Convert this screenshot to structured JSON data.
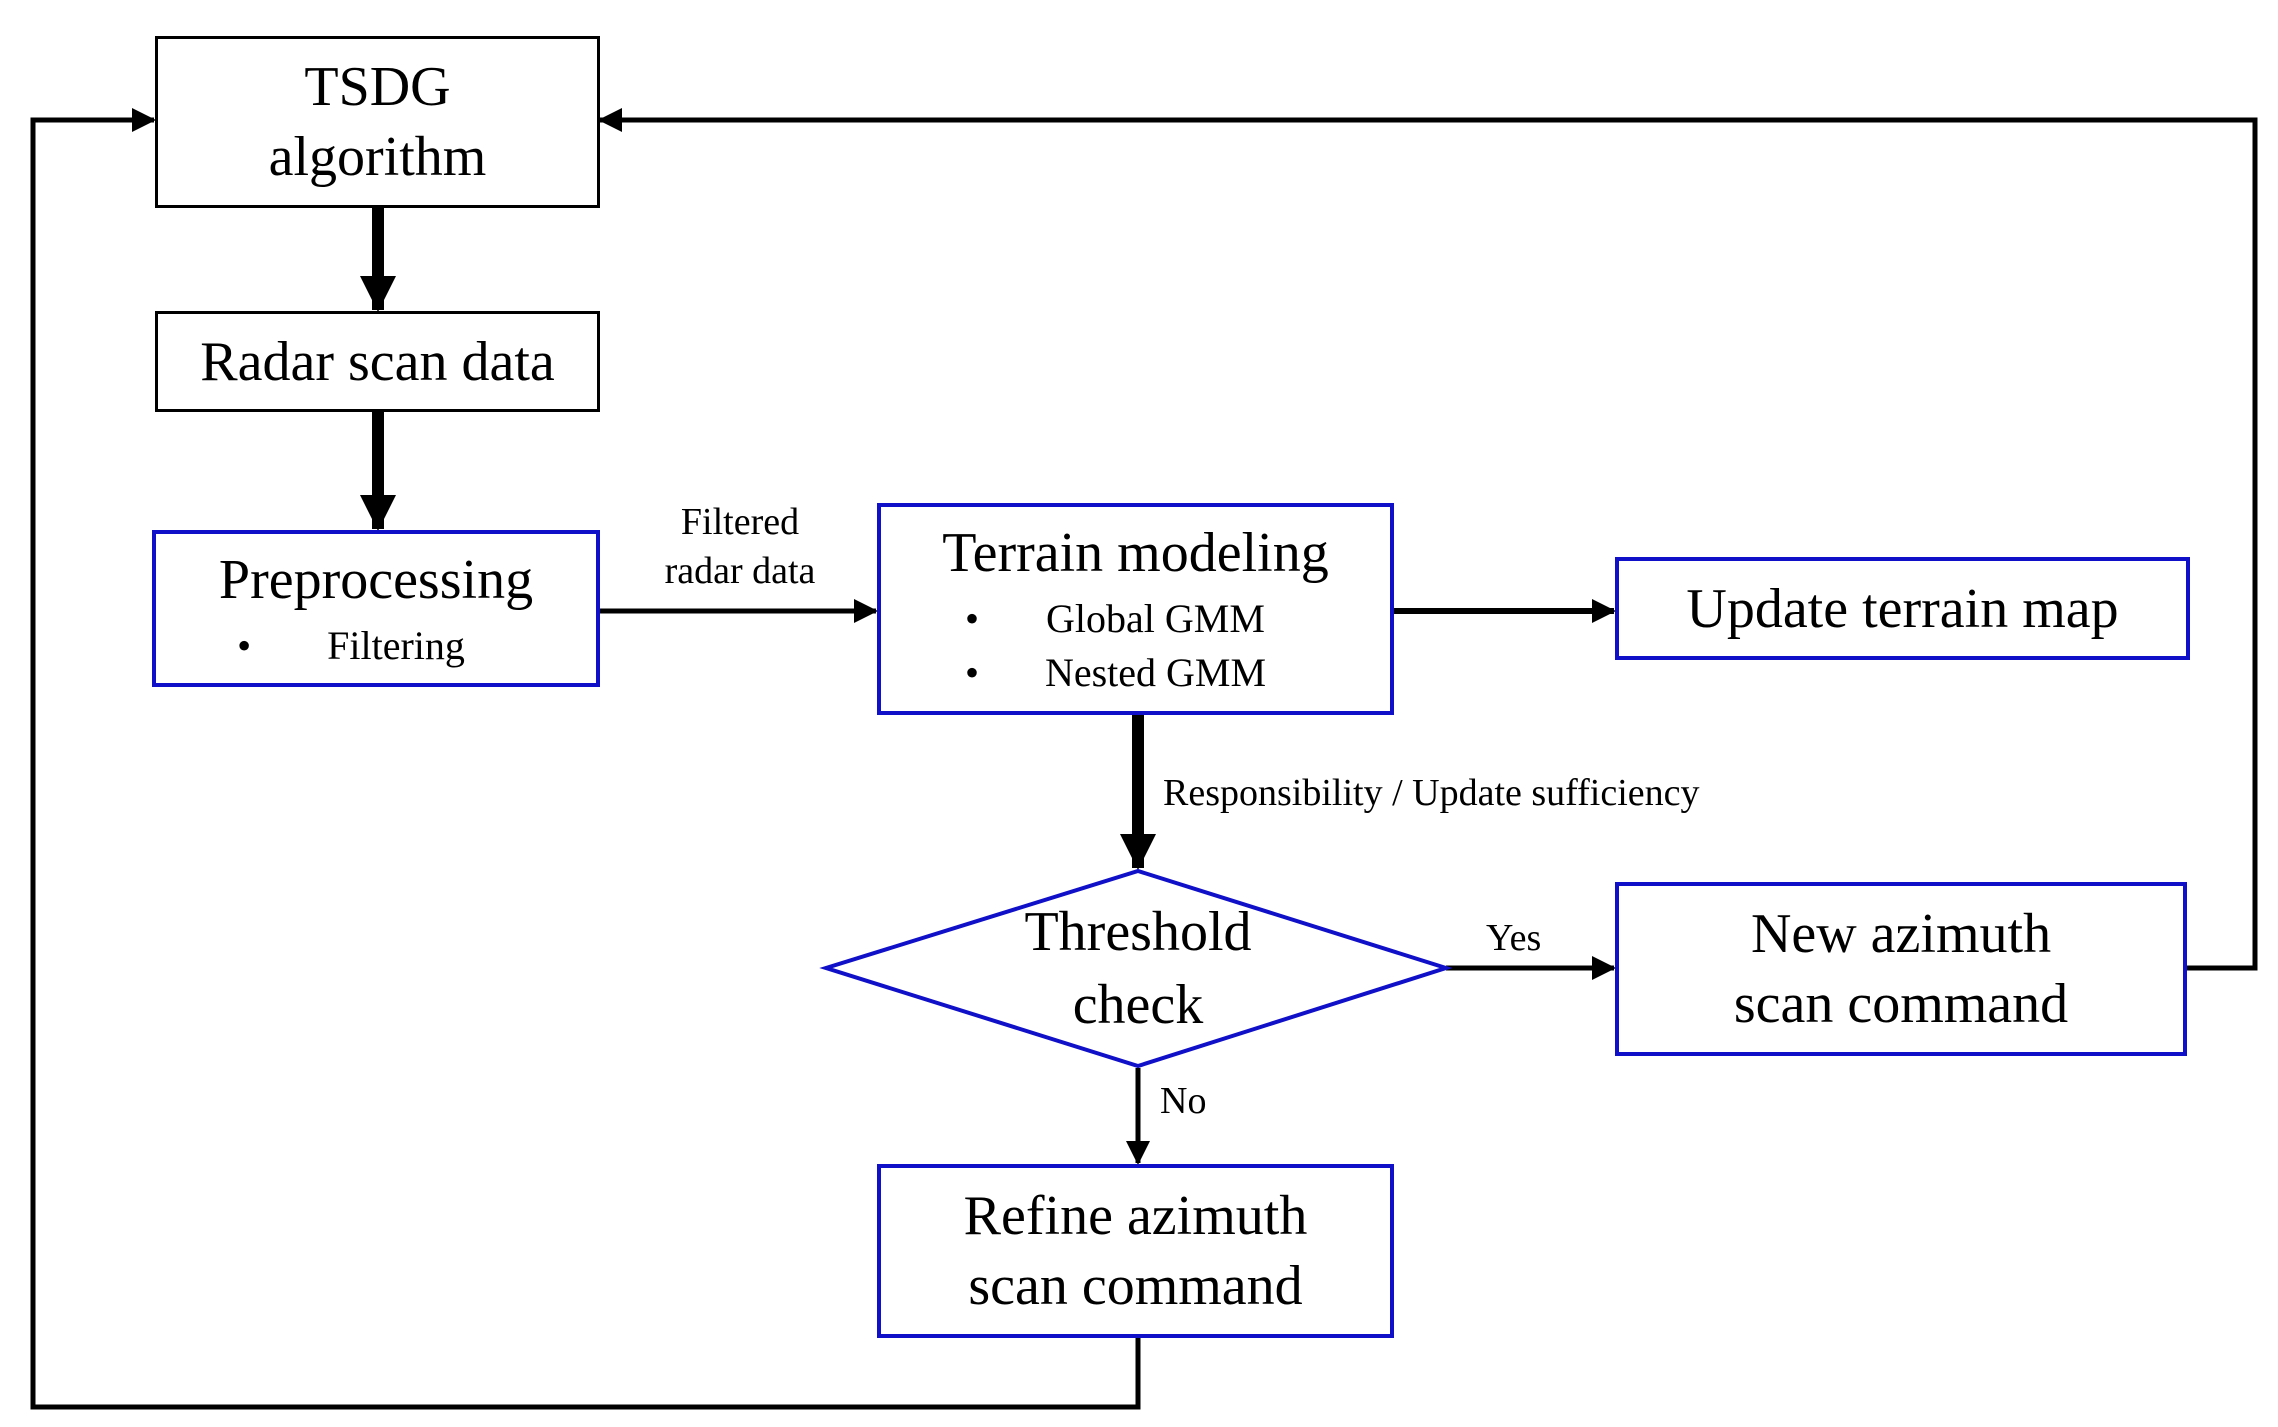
{
  "nodes": {
    "tsdg": {
      "line1": "TSDG",
      "line2": "algorithm"
    },
    "radar_scan": {
      "label": "Radar scan data"
    },
    "preprocessing": {
      "title": "Preprocessing",
      "items": [
        "Filtering"
      ]
    },
    "terrain_modeling": {
      "title": "Terrain modeling",
      "items": [
        "Global GMM",
        "Nested GMM"
      ]
    },
    "update_map": {
      "label": "Update terrain map"
    },
    "threshold": {
      "line1": "Threshold",
      "line2": "check"
    },
    "new_azimuth": {
      "line1": "New azimuth",
      "line2": "scan command"
    },
    "refine_azimuth": {
      "line1": "Refine azimuth",
      "line2": "scan command"
    }
  },
  "edges": {
    "filtered": {
      "line1": "Filtered",
      "line2": "radar data"
    },
    "responsibility": "Responsibility / Update sufficiency",
    "yes": "Yes",
    "no": "No"
  },
  "bullet_glyph": "•",
  "colors": {
    "stroke": "#000000",
    "blue_border": "#1010c8",
    "background": "#ffffff"
  }
}
